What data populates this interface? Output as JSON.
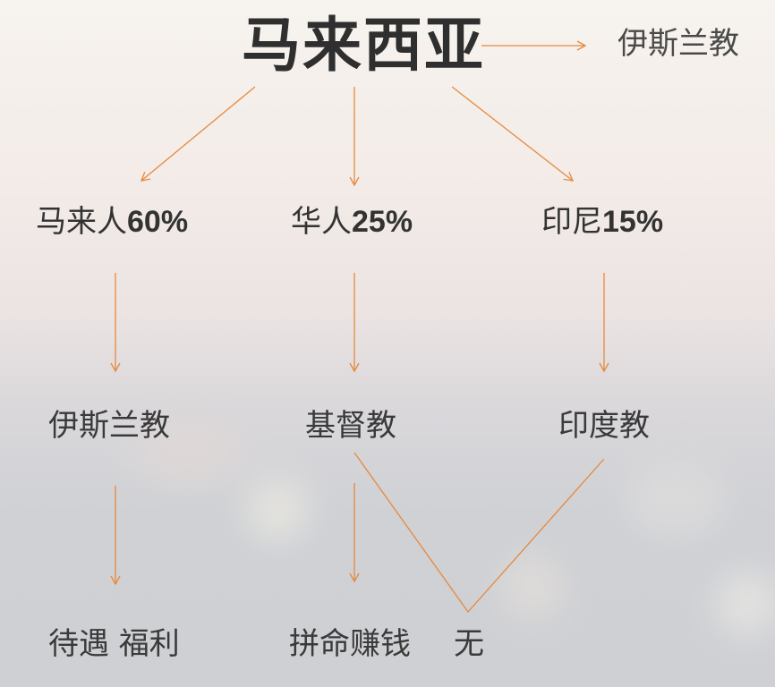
{
  "title": "马来西亚",
  "top_religion": "伊斯兰教",
  "groups": [
    {
      "name": "马来人",
      "pct": "60%"
    },
    {
      "name": "华人",
      "pct": "25%"
    },
    {
      "name": "印尼",
      "pct": "15%"
    }
  ],
  "religions": [
    "伊斯兰教",
    "基督教",
    "印度教"
  ],
  "results": [
    "待遇 福利",
    "拼命赚钱",
    "无"
  ],
  "colors": {
    "arrow": "#e6893d",
    "text": "#333333"
  }
}
